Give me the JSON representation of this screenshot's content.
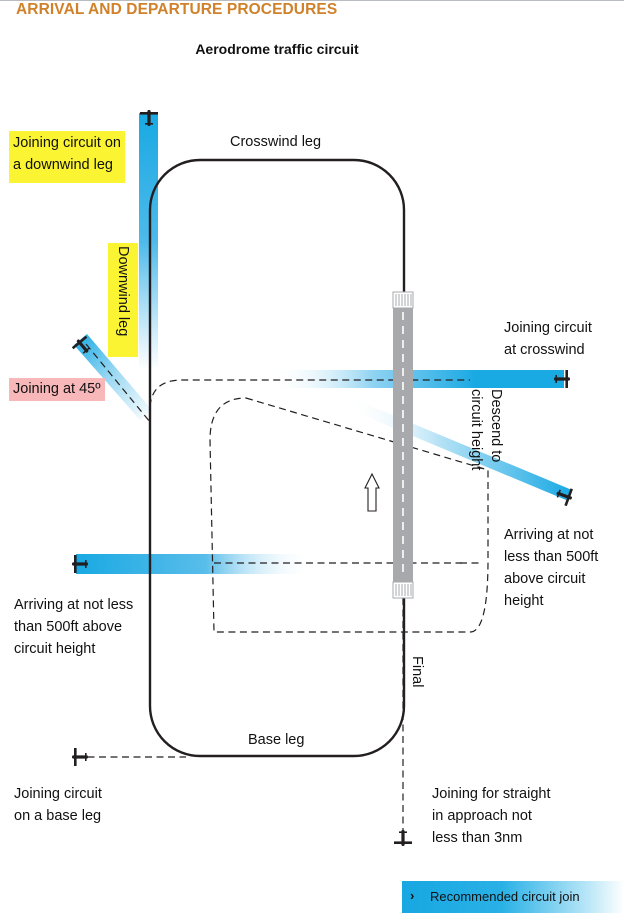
{
  "header": {
    "section_title": "ARRIVAL AND DEPARTURE PROCEDURES",
    "diagram_title": "Aerodrome traffic circuit"
  },
  "labels": {
    "crosswind_leg": "Crosswind leg",
    "downwind_leg": "Downwind leg",
    "base_leg": "Base leg",
    "final": "Final",
    "joining_downwind": "Joining circuit on\na downwind leg",
    "joining_45": "Joining at 45º",
    "joining_crosswind": "Joining circuit\nat crosswind",
    "descend": "Descend to\ncircuit height",
    "arriving_right": "Arriving at not\nless than 500ft\nabove circuit\nheight",
    "arriving_left": "Arriving at not less\nthan 500ft above\ncircuit height",
    "joining_base": "Joining circuit\non a base leg",
    "joining_straight": "Joining for straight\nin approach not\nless than 3nm"
  },
  "legend": {
    "arrow_glyph": "›",
    "text": "Recommended circuit join"
  },
  "colors": {
    "title": "#d0812a",
    "join_path": "#19a9e3",
    "runway": "#a7a9ac",
    "highlight_yellow": "#fbf432",
    "highlight_pink": "#f8b7b9",
    "circuit_line": "#231f20"
  },
  "icons": {
    "aircraft": "aircraft-icon",
    "heading": "heading-arrow-icon",
    "legend": "chevron-right-icon"
  }
}
